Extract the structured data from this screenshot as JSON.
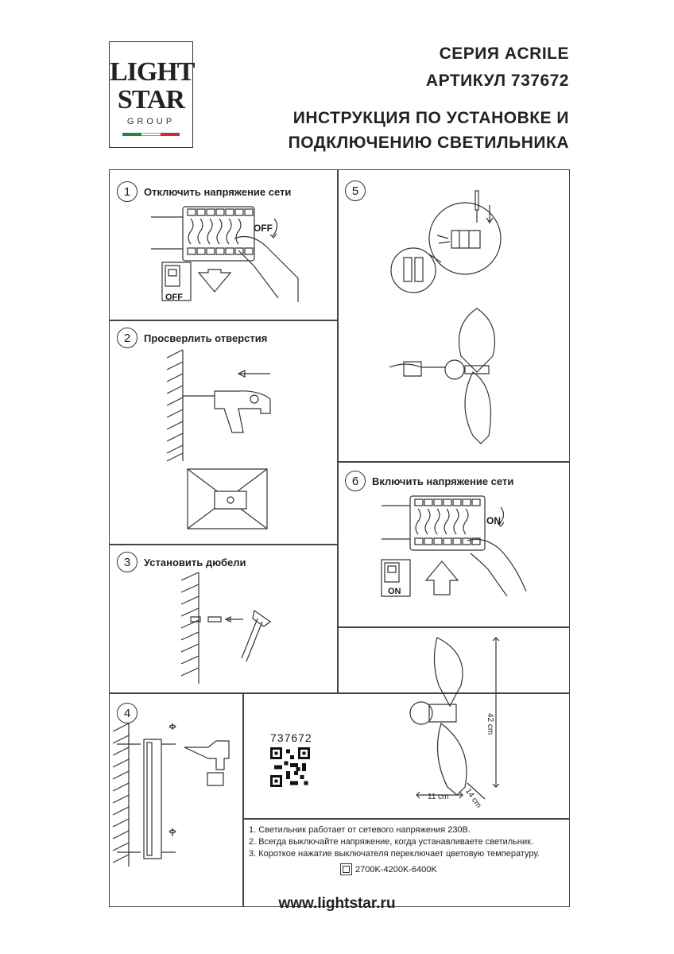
{
  "brand": {
    "line1": "LIGHT",
    "line2": "STAR",
    "line3": "GROUP",
    "flag_colors": [
      "#1e8a3a",
      "#ffffff",
      "#d22b2b"
    ]
  },
  "header": {
    "series": "СЕРИЯ ACRILE",
    "article": "АРТИКУЛ 737672",
    "title_line1": "ИНСТРУКЦИЯ ПО УСТАНОВКЕ И",
    "title_line2": "ПОДКЛЮЧЕНИЮ СВЕТИЛЬНИКА"
  },
  "steps": [
    {
      "number": "1",
      "text": "Отключить напряжение сети",
      "switch_label": "OFF",
      "switch_box_label": "OFF"
    },
    {
      "number": "2",
      "text": "Просверлить отверстия"
    },
    {
      "number": "3",
      "text": "Установить дюбели"
    },
    {
      "number": "4",
      "text": ""
    },
    {
      "number": "5",
      "text": ""
    },
    {
      "number": "6",
      "text": "Включить напряжение сети",
      "switch_label": "ON",
      "switch_box_label": "ON"
    }
  ],
  "product_code": "737672",
  "dimensions": {
    "height": "42 cm",
    "width": "11 cm",
    "depth": "14 cm"
  },
  "notes": [
    "1. Светильник работает от сетевого напряжения 230В.",
    "2. Всегда выключайте напряжение, когда устанавливаете светильник.",
    "3. Короткое нажатие выключателя переключает цветовую температуру."
  ],
  "color_temperature": "2700K-4200K-6400K",
  "website": "www.lightstar.ru"
}
